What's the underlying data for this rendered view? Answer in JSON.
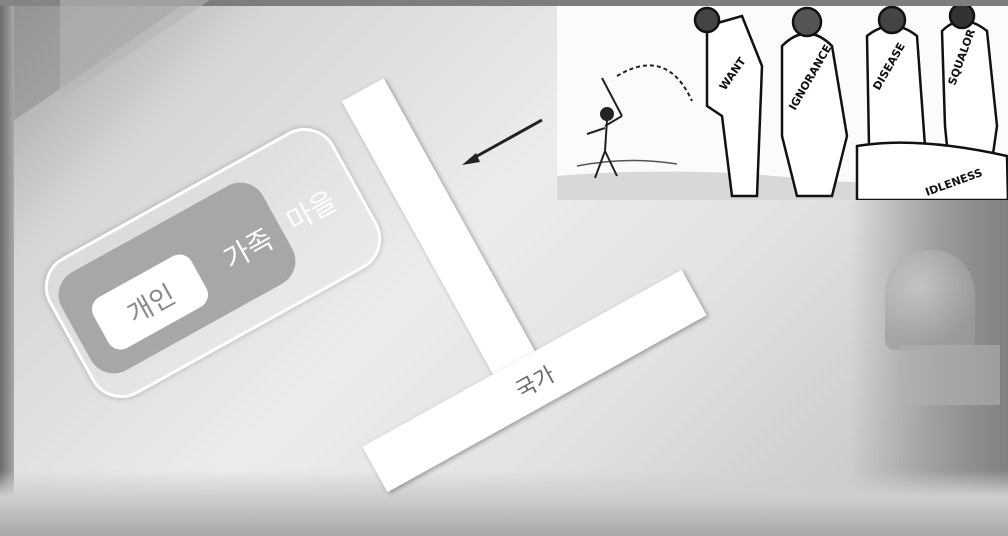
{
  "slide": {
    "nested_labels": {
      "individual": "개인",
      "family": "가족",
      "village": "마을"
    },
    "t_label": "국가",
    "cartoon": {
      "giant_labels": [
        "WANT",
        "IGNORANCE",
        "DISEASE",
        "SQUALOR",
        "IDLENESS"
      ]
    }
  }
}
